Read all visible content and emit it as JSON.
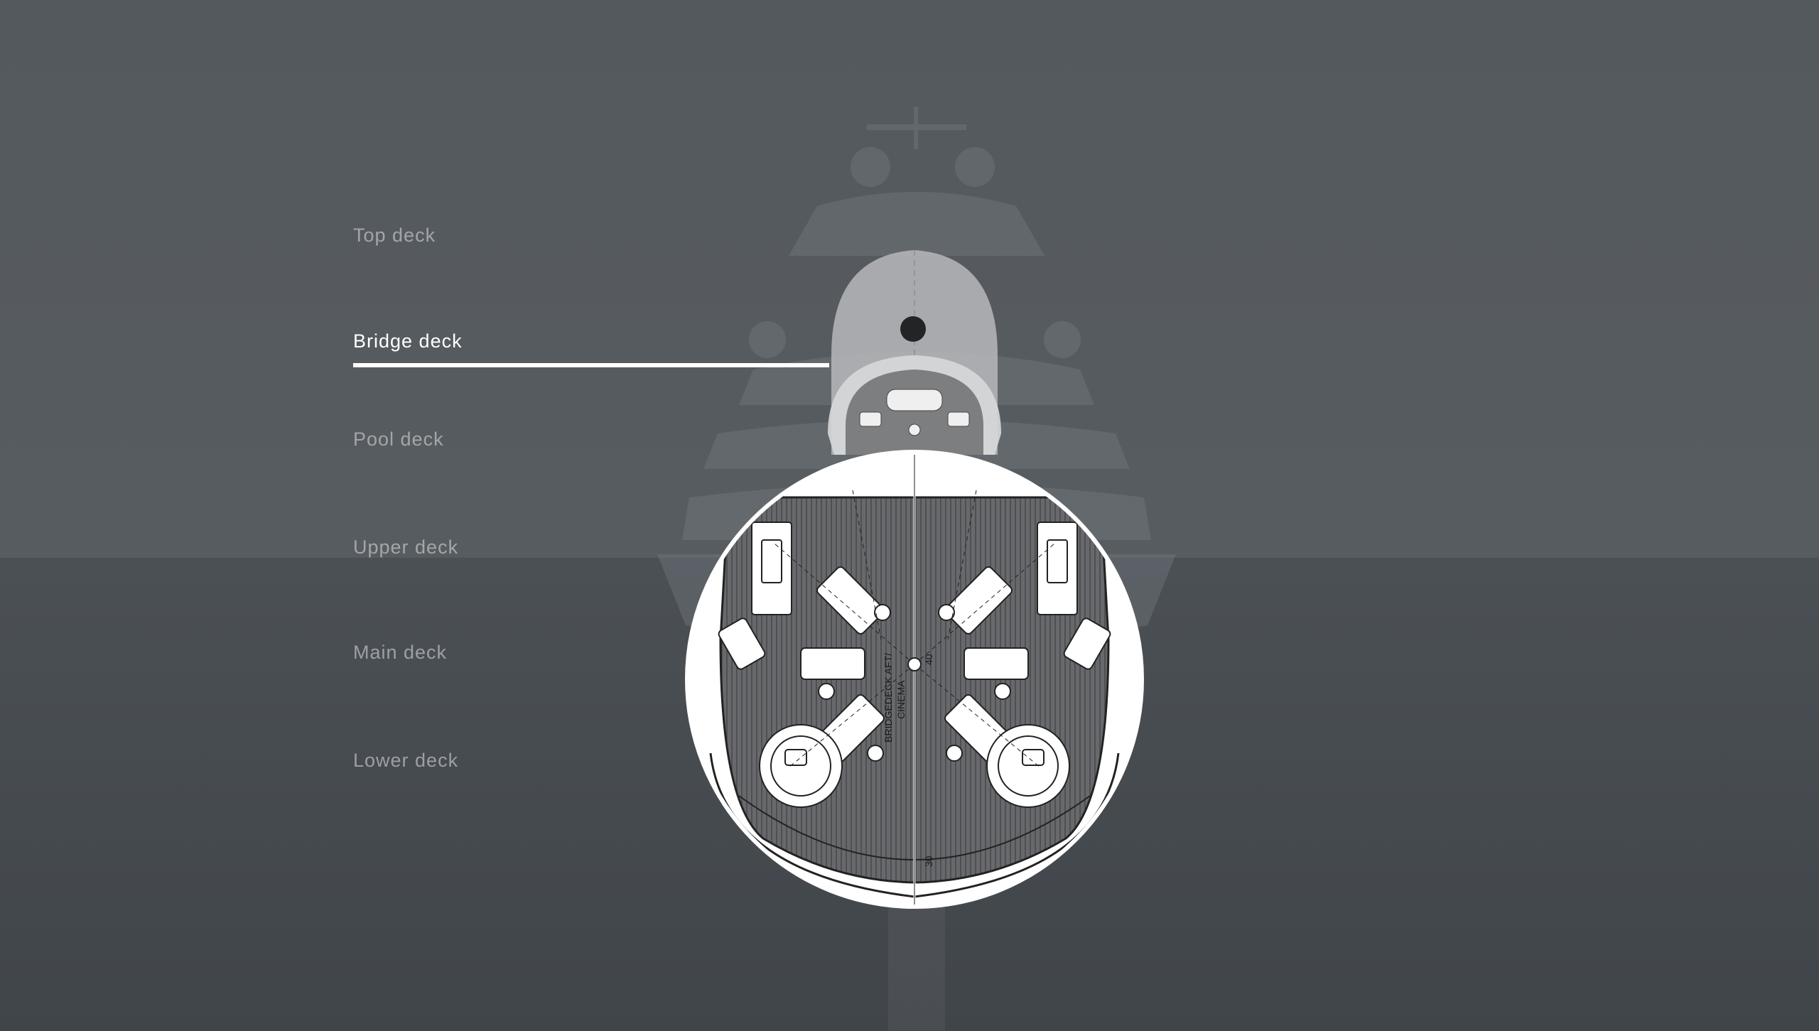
{
  "decks": {
    "items": [
      {
        "label": "Top deck",
        "active": false
      },
      {
        "label": "Bridge deck",
        "active": true
      },
      {
        "label": "Pool deck",
        "active": false
      },
      {
        "label": "Upper deck",
        "active": false
      },
      {
        "label": "Main deck",
        "active": false
      },
      {
        "label": "Lower deck",
        "active": false
      }
    ]
  },
  "plan": {
    "label_line1": "BRIDGEDECK AFT/",
    "label_line2": "CINEMA",
    "frame_upper": "40",
    "frame_lower": "30"
  },
  "colors": {
    "background": "#50555a",
    "sea": "#464b50",
    "active_text": "#ffffff",
    "inactive_text": "#e1e4e6",
    "plan_fill": "#ffffff",
    "plan_deck": "#6a6d70"
  }
}
